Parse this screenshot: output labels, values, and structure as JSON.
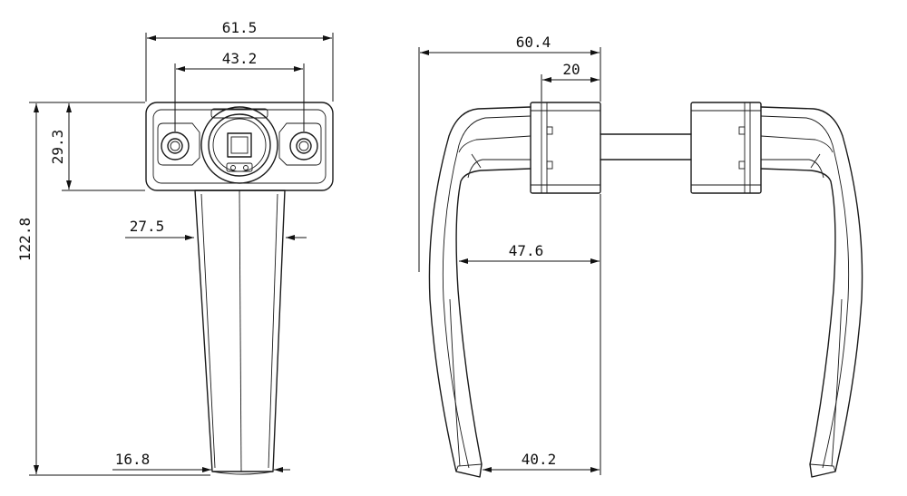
{
  "dimensions": {
    "front_overall_width": "61.5",
    "front_hole_spacing": "43.2",
    "front_plate_height": "29.3",
    "front_overall_height": "122.8",
    "front_grip_width": "27.5",
    "front_tip_width": "16.8",
    "side_overall_depth": "60.4",
    "side_spindle_length": "20",
    "side_grip_depth": "47.6",
    "side_tip_depth": "40.2"
  },
  "colors": {
    "line": "#1a1a1a",
    "background": "#ffffff"
  }
}
